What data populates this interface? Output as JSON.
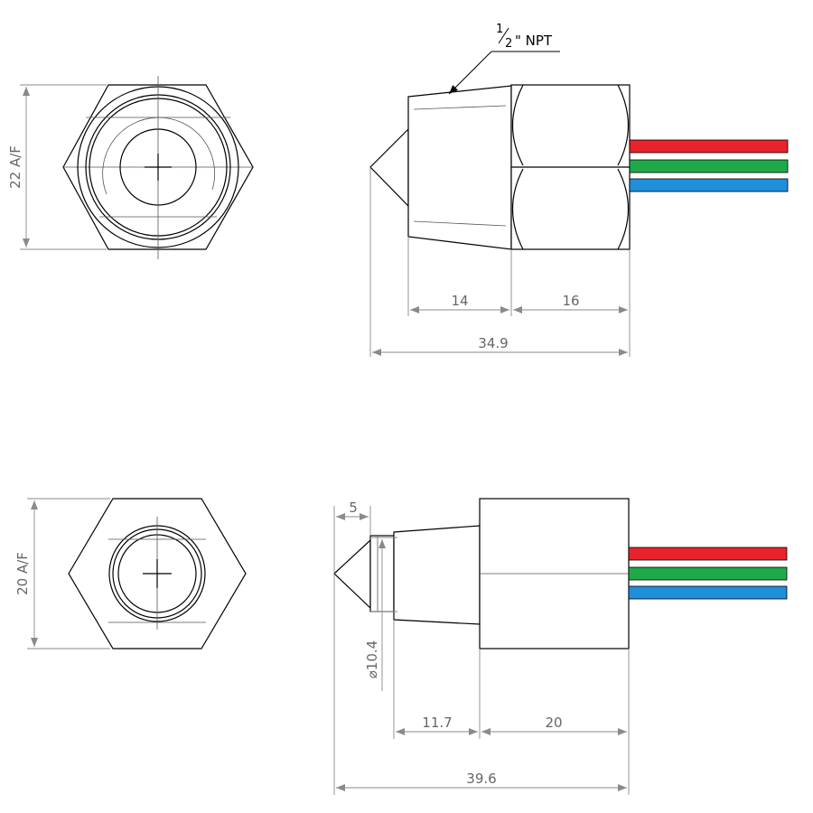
{
  "top": {
    "af_label": "22 A/F",
    "dim_thread": "14",
    "dim_hex": "16",
    "dim_total": "34.9",
    "thread_callout": {
      "numerator": "1",
      "denominator": "2",
      "suffix": "\" NPT"
    }
  },
  "bottom": {
    "af_label": "20 A/F",
    "dim_tip": "5",
    "dim_diameter": "⌀10.4",
    "dim_thread": "11.7",
    "dim_body": "20",
    "dim_total": "39.6"
  },
  "wire_colors": {
    "red": "#e8232b",
    "green": "#1faa4a",
    "blue": "#1f8fdc"
  }
}
